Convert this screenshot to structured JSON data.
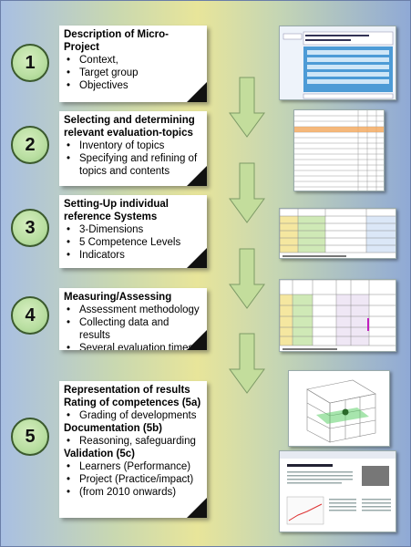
{
  "steps": [
    {
      "number": "1",
      "title": "Description of Micro-Project",
      "items": [
        "Context,",
        "Target group",
        "Objectives"
      ]
    },
    {
      "number": "2",
      "title": "Selecting and determining relevant evaluation-topics",
      "items": [
        "Inventory of topics",
        "Specifying and refining of topics and contents"
      ]
    },
    {
      "number": "3",
      "title": "Setting-Up individual reference Systems",
      "items": [
        "3-Dimensions",
        "5 Competence Levels",
        "Indicators"
      ]
    },
    {
      "number": "4",
      "title": "Measuring/Assessing",
      "items": [
        "Assessment methodology",
        "Collecting data and results",
        "Several evaluation times"
      ]
    },
    {
      "number": "5",
      "blocks": [
        {
          "title": "Representation of results",
          "items": []
        },
        {
          "title": "Rating of competences (5a)",
          "items": [
            "Grading of developments"
          ]
        },
        {
          "title": "Documentation (5b)",
          "items": [
            "Reasoning, safeguarding"
          ]
        },
        {
          "title": "Validation (5c)",
          "items": [
            "Learners (Performance)",
            "Project (Practice/impact)",
            "(from 2010 onwards)"
          ]
        }
      ]
    }
  ],
  "thumbnails": [
    "form-screenshot-icon",
    "topic-list-table-icon",
    "reference-system-table-icon",
    "assessment-table-icon",
    "3d-cube-chart-icon",
    "report-document-icon"
  ],
  "colors": {
    "arrow_fill": "#c3dd9c",
    "arrow_stroke": "#7d9a66",
    "circle_fill": "#b8dea0",
    "circle_border": "#3b5a2e"
  }
}
